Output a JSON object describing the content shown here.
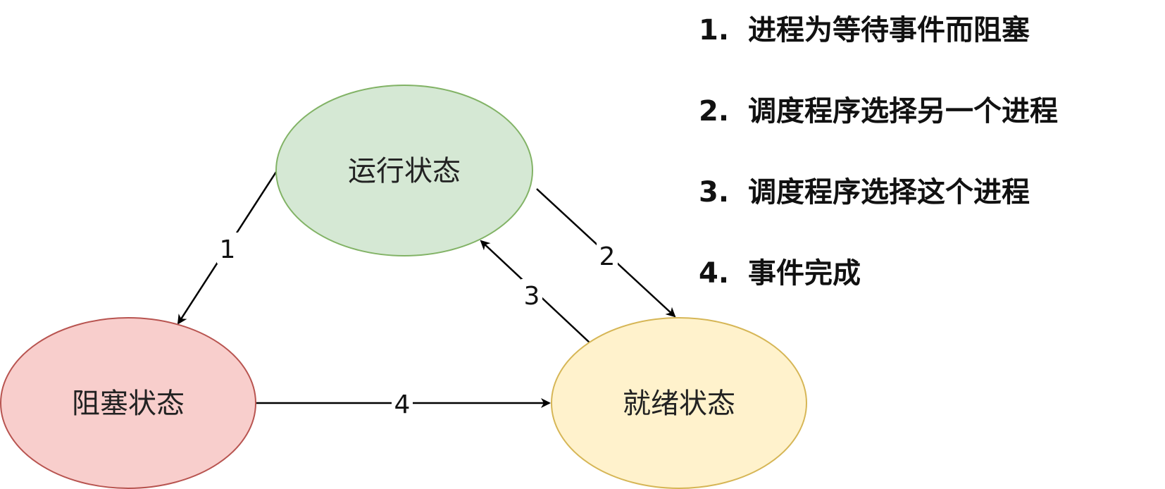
{
  "diagram": {
    "colors": {
      "running_fill": "#d5e8d4",
      "running_stroke": "#82b366",
      "blocked_fill": "#f8cecc",
      "blocked_stroke": "#b85450",
      "ready_fill": "#fff2cc",
      "ready_stroke": "#d6b656",
      "edge": "#000000"
    },
    "nodes": {
      "running": "运行状态",
      "blocked": "阻塞状态",
      "ready": "就绪状态"
    },
    "edges": [
      {
        "label": "1",
        "from": "running",
        "to": "blocked"
      },
      {
        "label": "2",
        "from": "running",
        "to": "ready"
      },
      {
        "label": "3",
        "from": "ready",
        "to": "running"
      },
      {
        "label": "4",
        "from": "blocked",
        "to": "ready"
      }
    ]
  },
  "legend": {
    "items": [
      {
        "num": "1.",
        "text": "进程为等待事件而阻塞"
      },
      {
        "num": "2.",
        "text": "调度程序选择另一个进程"
      },
      {
        "num": "3.",
        "text": "调度程序选择这个进程"
      },
      {
        "num": "4.",
        "text": "事件完成"
      }
    ]
  }
}
